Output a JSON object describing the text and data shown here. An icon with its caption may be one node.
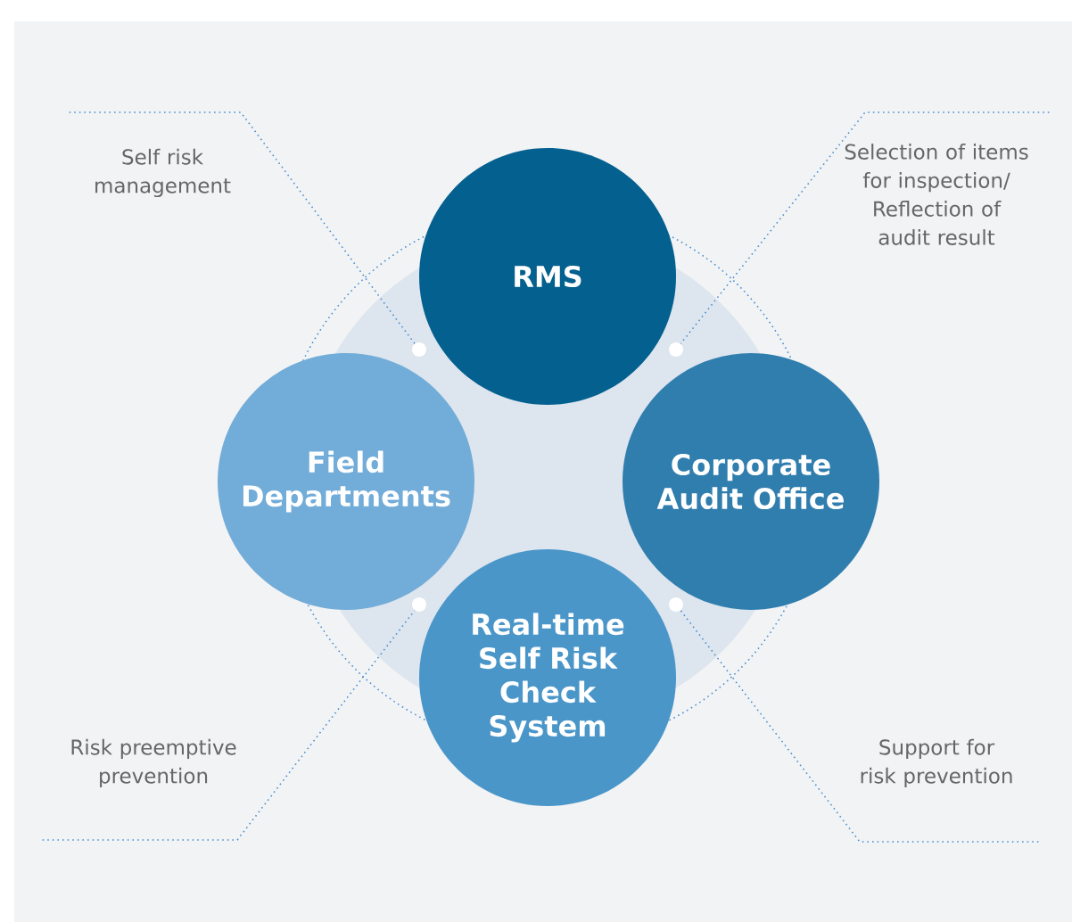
{
  "diagram": {
    "nodes": [
      {
        "text": [
          "RMS"
        ]
      },
      {
        "text": [
          "Field Departments"
        ]
      },
      {
        "text": [
          "Corporate Audit Office"
        ]
      },
      {
        "text": [
          "Real-time Self Risk Check System"
        ]
      },
      {
        "text": [
          "Self risk management"
        ]
      },
      {
        "text": [
          "Selection of items for inspection/ Reflection of audit result"
        ]
      },
      {
        "text": [
          "Risk preemptive prevention"
        ]
      },
      {
        "text": [
          "Support for risk prevention"
        ]
      },
      {
        "text": [],
        "shape": "circle"
      },
      {
        "text": [],
        "shape": "circle"
      },
      {
        "text": [],
        "shape": "circle"
      },
      {
        "text": [],
        "shape": "circle"
      }
    ],
    "edges": [
      {
        "from": 4,
        "to": 8,
        "arrow": "none"
      },
      {
        "from": 5,
        "to": 9,
        "arrow": "none"
      },
      {
        "from": 6,
        "to": 10,
        "arrow": "none"
      },
      {
        "from": 7,
        "to": 11,
        "arrow": "none"
      }
    ]
  }
}
